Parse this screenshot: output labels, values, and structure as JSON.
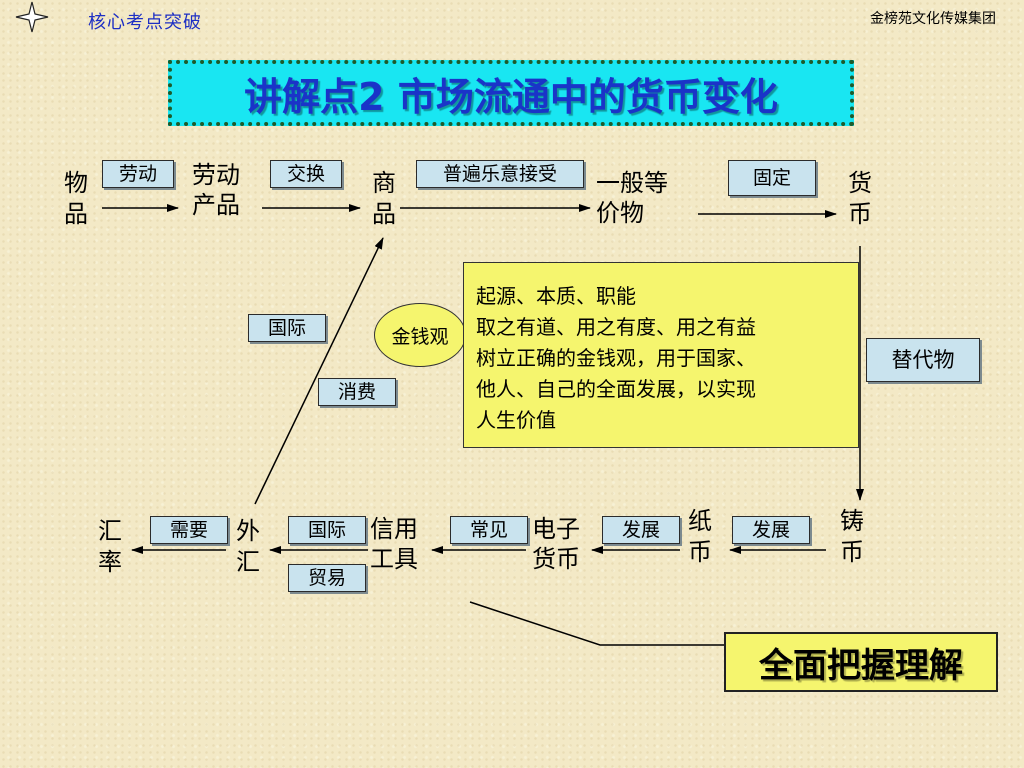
{
  "header": {
    "section": "核心考点突破",
    "publisher": "金榜苑文化传媒集团"
  },
  "title": "讲解点2  市场流通中的货币变化",
  "nodes": {
    "wupin": "物品",
    "laodong_chanpin_1": "劳动",
    "laodong_chanpin_2": "产品",
    "shangpin": "商品",
    "yiban_1": "一般等",
    "yiban_2": "价物",
    "huobi": "货币",
    "zhubi": "铸币",
    "zhibi": "纸币",
    "dianzi_1": "电子",
    "dianzi_2": "货币",
    "xinyong_1": "信用",
    "xinyong_2": "工具",
    "waihui": "外汇",
    "huilv": "汇率"
  },
  "labels": {
    "laodong": "劳动",
    "jiaohuan": "交换",
    "pubian": "普遍乐意接受",
    "guding": "固定",
    "tidaiwu": "替代物",
    "guoji_top": "国际",
    "xiaofei": "消费",
    "fazhan_1": "发展",
    "fazhan_2": "发展",
    "changjian": "常见",
    "guoji_bottom": "国际",
    "maoyi": "贸易",
    "xuyao": "需要"
  },
  "ellipse": "金钱观",
  "yellow_box": [
    "起源、本质、职能",
    "取之有道、用之有度、用之有益",
    "树立正确的金钱观，用于国家、",
    "他人、自己的全面发展，以实现",
    "人生价值"
  ],
  "final_box": "全面把握理解"
}
